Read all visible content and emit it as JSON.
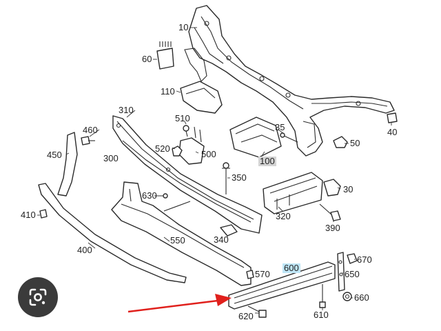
{
  "labels": {
    "p10": "10",
    "p60": "60",
    "p110": "110",
    "p310": "310",
    "p510": "510",
    "p460": "460",
    "p520": "520",
    "p500": "500",
    "p35": "35",
    "p40": "40",
    "p50": "50",
    "p100": "100",
    "p450": "450",
    "p300": "300",
    "p350": "350",
    "p30": "30",
    "p630": "630",
    "p410": "410",
    "p320": "320",
    "p390": "390",
    "p340": "340",
    "p550": "550",
    "p400": "400",
    "p670": "670",
    "p600": "600",
    "p650": "650",
    "p570": "570",
    "p660": "660",
    "p620": "620",
    "p610": "610"
  },
  "highlight_colors": {
    "p600": "#bfe6f7",
    "p100": "#d4d4d4"
  },
  "arrow_color": "#e0201c",
  "lens_button_icon": "google-lens-icon"
}
